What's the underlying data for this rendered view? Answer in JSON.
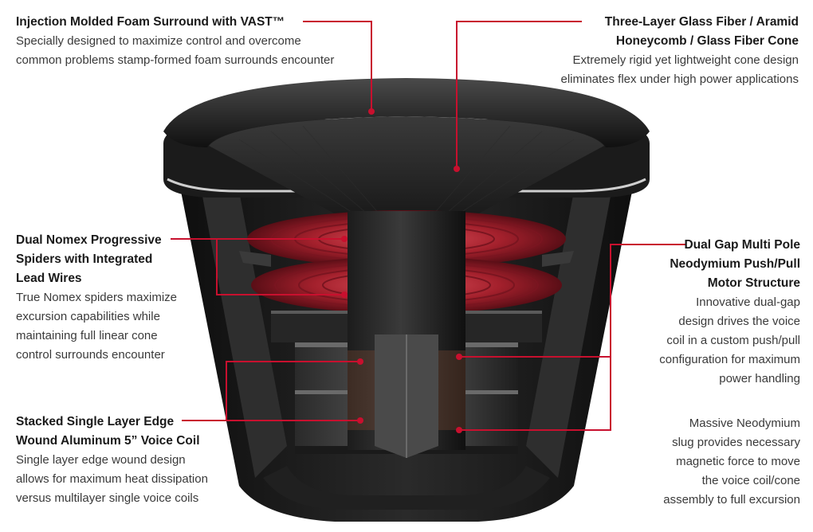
{
  "colors": {
    "accent": "#c8102e",
    "spider": "#b0202c",
    "body_dark": "#1a1a1a"
  },
  "callouts": {
    "foam": {
      "heading": [
        "Injection Molded Foam Surround with VAST™"
      ],
      "body": [
        "Specially designed to maximize control and overcome",
        "common problems stamp-formed foam surrounds encounter"
      ]
    },
    "cone": {
      "heading": [
        "Three-Layer Glass Fiber / Aramid",
        "Honeycomb / Glass Fiber Cone"
      ],
      "body": [
        "Extremely rigid yet lightweight cone design",
        "eliminates flex under high power applications"
      ]
    },
    "spider": {
      "heading": [
        "Dual Nomex Progressive",
        "Spiders with Integrated",
        "Lead Wires"
      ],
      "body": [
        "True Nomex spiders maximize",
        "excursion capabilities while",
        "maintaining full linear cone",
        "control surrounds encounter"
      ]
    },
    "motor": {
      "heading": [
        "Dual Gap Multi Pole",
        "Neodymium Push/Pull",
        "Motor Structure"
      ],
      "body": [
        "Innovative dual-gap",
        "design drives the voice",
        "coil in a custom push/pull",
        "configuration for maximum",
        "power handling"
      ]
    },
    "coil": {
      "heading": [
        "Stacked Single Layer Edge",
        "Wound Aluminum 5” Voice Coil"
      ],
      "body": [
        "Single layer edge wound design",
        "allows for maximum heat dissipation",
        "versus multilayer single voice coils"
      ]
    },
    "slug": {
      "heading": [],
      "body": [
        "Massive Neodymium",
        "slug provides necessary",
        "magnetic force to move",
        "the voice coil/cone",
        "assembly to full excursion"
      ]
    }
  }
}
